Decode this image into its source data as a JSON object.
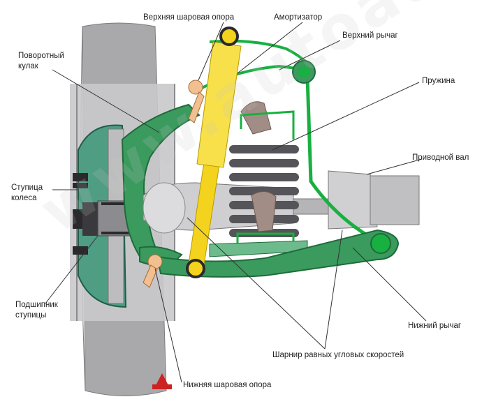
{
  "colors": {
    "green": "#3b9a5e",
    "green_dark": "#1f6b3b",
    "green_bright": "#18b040",
    "tire": "#a9a9ab",
    "tire_dark": "#6f6f72",
    "shock": "#f3d31d",
    "spring": "#555559",
    "shaft": "#b5b5b7",
    "bolt": "#2a2a2d",
    "ball": "#f2c090",
    "red": "#cc2222"
  },
  "watermark": "www.autoauto.in.ua",
  "labels": {
    "steering_knuckle": "Поворотный кулак",
    "upper_ball_joint": "Верхняя шаровая опора",
    "shock_absorber": "Амортизатор",
    "upper_arm": "Верхний рычаг",
    "spring": "Пружина",
    "drive_shaft": "Приводной вал",
    "wheel_hub": "Ступица колеса",
    "hub_bearing": "Подшипник ступицы",
    "lower_arm": "Нижний рычаг",
    "cv_joint": "Шарнир равных угловых скоростей",
    "lower_ball_joint": "Нижняя шаровая опора"
  },
  "icons": {
    "logo": "triangle-logo-icon"
  }
}
